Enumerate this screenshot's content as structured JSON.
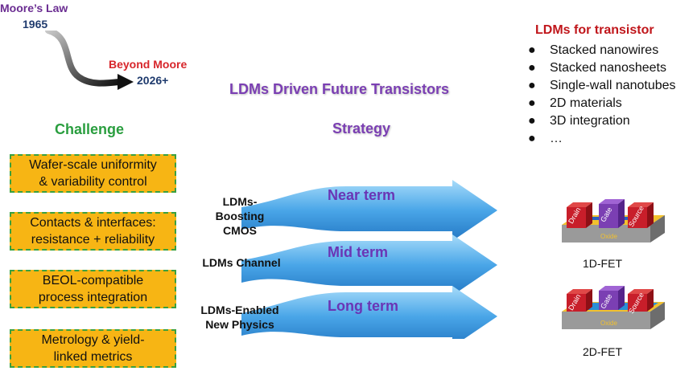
{
  "timeline": {
    "moore_title": "Moore’s Law",
    "moore_year": "1965",
    "beyond_title": "Beyond Moore",
    "beyond_year": "2026+"
  },
  "main_title": "LDMs Driven Future Transistors",
  "strategy_title": "Strategy",
  "challenge_title": "Challenge",
  "challenges": [
    "Wafer-scale uniformity\n& variability control",
    "Contacts & interfaces:\nresistance + reliability",
    "BEOL-compatible\nprocess integration",
    "Metrology & yield-\nlinked metrics"
  ],
  "ldm_title": "LDMs for transistor",
  "ldm_items": [
    "Stacked nanowires",
    "Stacked nanosheets",
    "Single-wall nanotubes",
    "2D materials",
    "3D integration",
    "…"
  ],
  "strategies": [
    {
      "label": "LDMs-Boosting\nCMOS",
      "term": "Near term"
    },
    {
      "label": "LDMs Channel",
      "term": "Mid term"
    },
    {
      "label": "LDMs-Enabled\nNew Physics",
      "term": "Long term"
    }
  ],
  "devices": [
    {
      "name": "1D-FET",
      "drain": "Drain",
      "gate": "Gate",
      "source": "Source",
      "oxide": "Oxide"
    },
    {
      "name": "2D-FET",
      "drain": "Drain",
      "gate": "Gate",
      "source": "Source",
      "oxide": "Oxide"
    }
  ],
  "colors": {
    "purple": "#7b3fb3",
    "red": "#d7262b",
    "navy": "#1f3b6e",
    "green": "#2a9e3f",
    "box_fill": "#f7b514",
    "arrow_blue": "#4aa6e8"
  }
}
